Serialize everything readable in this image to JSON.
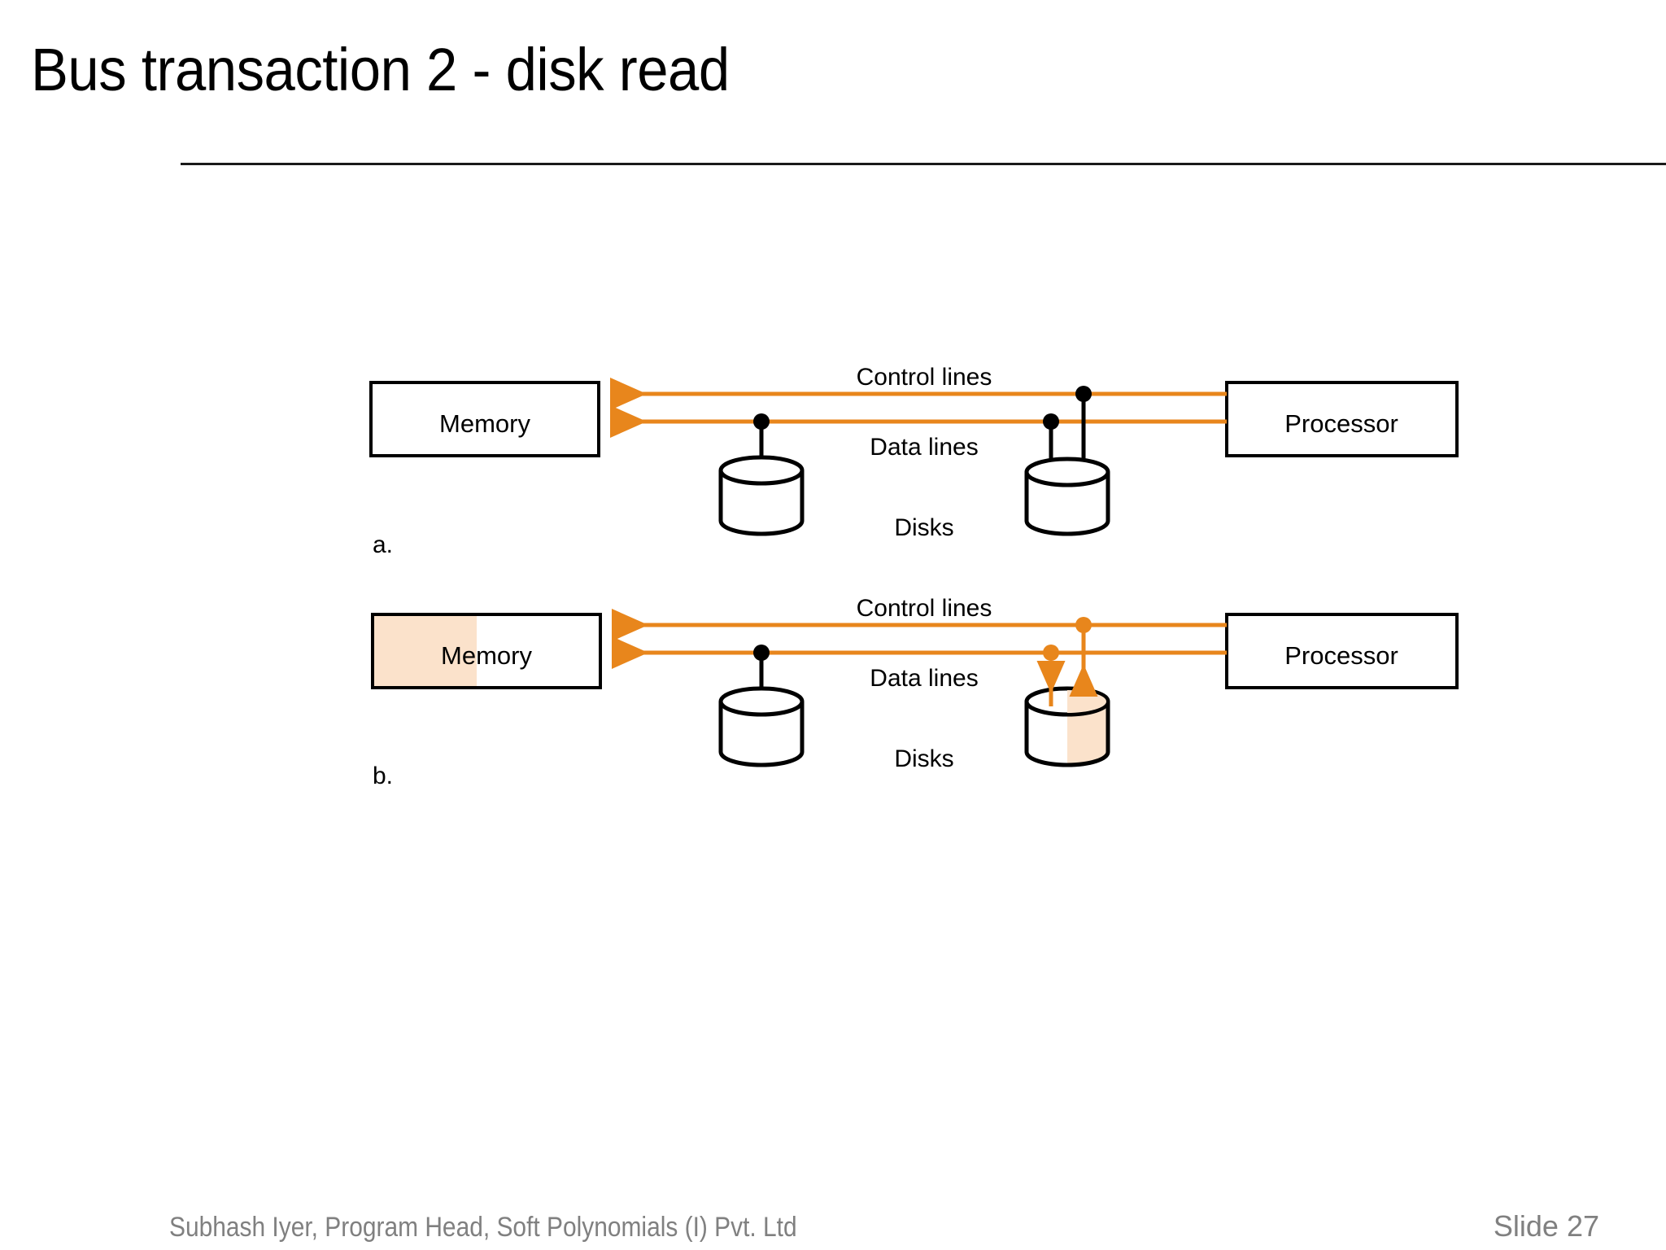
{
  "slide": {
    "title": "Bus transaction 2 - disk read",
    "footer_author": "Subhash Iyer, Program Head, Soft Polynomials (I) Pvt. Ltd",
    "footer_slide": "Slide 27"
  },
  "colors": {
    "bus_orange": "#E8861C",
    "highlight_peach": "#FBE2CB",
    "stroke_black": "#000000",
    "footer_gray": "#808080",
    "rule_black": "#1A1A1A"
  },
  "diagrams": [
    {
      "key": "a",
      "caption": "a.",
      "memory_label": "Memory",
      "processor_label": "Processor",
      "control_lines_label": "Control lines",
      "data_lines_label": "Data lines",
      "disks_label": "Disks",
      "memory_highlighted": false,
      "right_disk_highlighted": false,
      "right_disk_stems_orange": false,
      "connector_dot_color": "#000000"
    },
    {
      "key": "b",
      "caption": "b.",
      "memory_label": "Memory",
      "processor_label": "Processor",
      "control_lines_label": "Control lines",
      "data_lines_label": "Data lines",
      "disks_label": "Disks",
      "memory_highlighted": true,
      "right_disk_highlighted": true,
      "right_disk_stems_orange": true,
      "connector_dot_color": "#E8861C"
    }
  ]
}
